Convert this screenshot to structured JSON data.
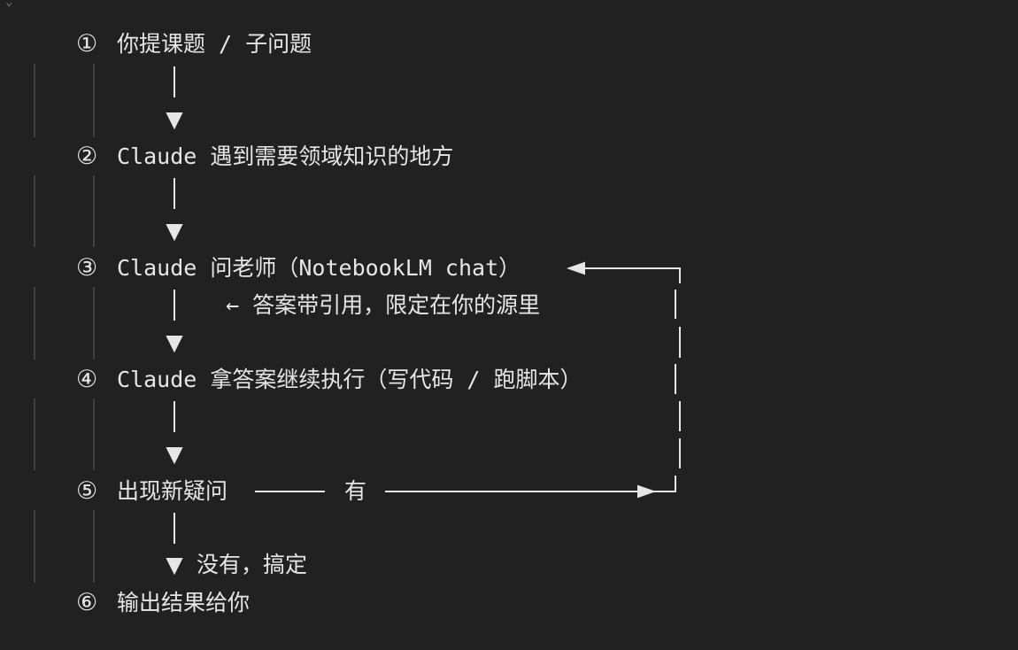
{
  "steps": [
    {
      "num": "①",
      "text": "你提课题 / 子问题"
    },
    {
      "num": "②",
      "text": "Claude 遇到需要领域知识的地方"
    },
    {
      "num": "③",
      "text": "Claude 问老师（NotebookLM chat）"
    },
    {
      "num": "④",
      "text": "Claude 拿答案继续执行（写代码 / 跑脚本）"
    },
    {
      "num": "⑤",
      "text": "出现新疑问"
    },
    {
      "num": "⑥",
      "text": "输出结果给你"
    }
  ],
  "annotations": {
    "answer_note": "← 答案带引用，限定在你的源里",
    "yes_label": "有",
    "no_label": "没有，搞定"
  },
  "glyphs": {
    "arrow_down": "▼",
    "pipe": "|",
    "fold": "⌄"
  },
  "colors": {
    "background": "#212121",
    "text": "#e6e6e6",
    "guide": "#4a4a4a"
  }
}
